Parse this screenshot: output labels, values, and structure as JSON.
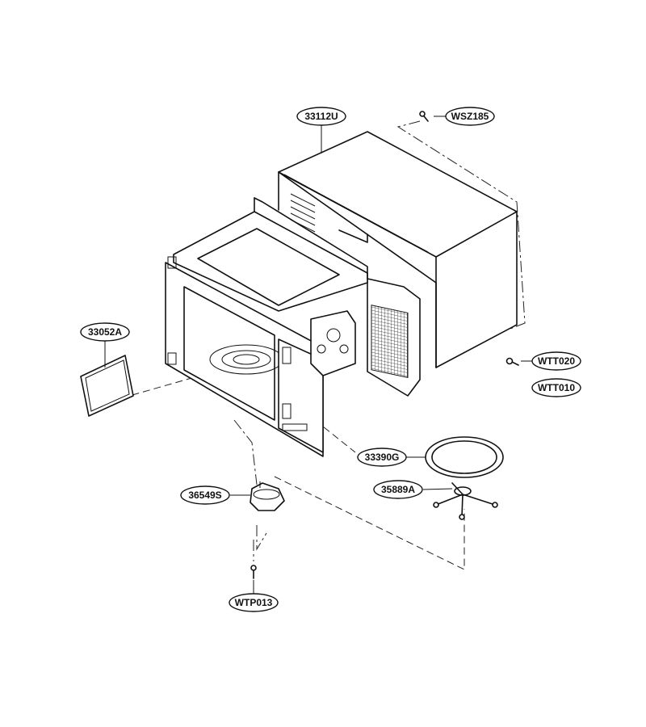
{
  "diagram": {
    "labels": {
      "outer_case": "33112U",
      "case_screw": "WSZ185",
      "screw_a": "WTT020",
      "screw_b": "WTT010",
      "cover_plate": "33052A",
      "glass_tray": "33390G",
      "roller_ring": "35889A",
      "turntable_motor": "36549S",
      "motor_screw": "WTP013"
    }
  }
}
